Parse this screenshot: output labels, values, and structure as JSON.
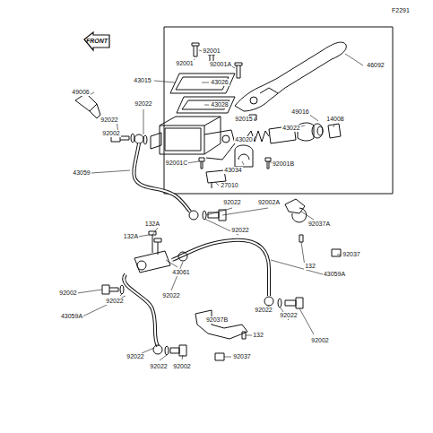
{
  "diagram": {
    "labels": [
      "FRONT",
      "F2291",
      "92001",
      "92001",
      "92001A",
      "46092",
      "43015",
      "43026",
      "49006",
      "43028",
      "49016",
      "92022",
      "92022",
      "92002",
      "92015",
      "43022",
      "14008",
      "43020",
      "43034",
      "92001C",
      "92001B",
      "27010",
      "43059",
      "92022",
      "92002A",
      "92037A",
      "132A",
      "132A",
      "92022",
      "92037",
      "132",
      "43059A",
      "43061",
      "92022",
      "92002",
      "92022",
      "92037B",
      "92022",
      "132",
      "92022",
      "92002",
      "43059A",
      "92022",
      "92037",
      "92022",
      "92002"
    ]
  }
}
